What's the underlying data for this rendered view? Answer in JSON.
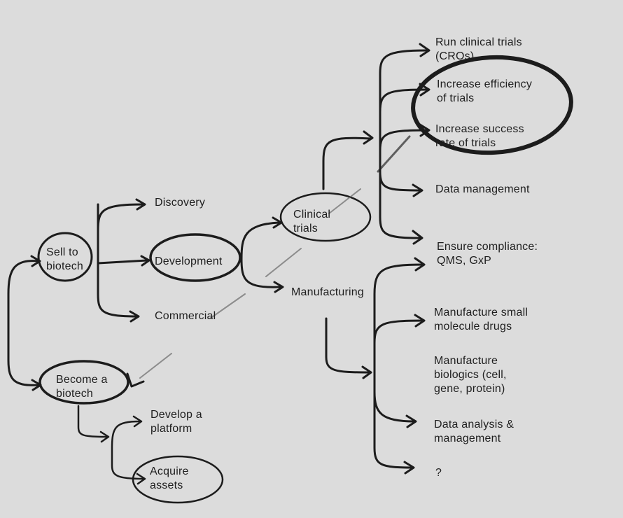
{
  "root": {
    "sell_to_biotech": [
      "Sell to",
      "biotech"
    ],
    "become_a_biotech": [
      "Become a",
      "biotech"
    ]
  },
  "sell_branch": {
    "discovery": "Discovery",
    "development": "Development",
    "commercial": "Commercial"
  },
  "development_branch": {
    "clinical_trials": [
      "Clinical",
      "trials"
    ],
    "manufacturing": "Manufacturing"
  },
  "clinical_trials_branch": {
    "run_trials": [
      "Run clinical trials",
      "(CROs)"
    ],
    "increase_efficiency": [
      "Increase efficiency",
      "of trials"
    ],
    "increase_success": [
      "Increase success",
      "rate of trials"
    ],
    "data_management": "Data management",
    "ensure_compliance": [
      "Ensure compliance:",
      "QMS, GxP"
    ]
  },
  "manufacturing_branch": {
    "small_molecule": [
      "Manufacture small",
      "molecule drugs"
    ],
    "biologics": [
      "Manufacture",
      "biologics (cell,",
      "gene, protein)"
    ],
    "data_analysis": [
      "Data analysis &",
      "management"
    ],
    "unknown": "?"
  },
  "biotech_branch": {
    "develop_platform": [
      "Develop a",
      "platform"
    ],
    "acquire_assets": [
      "Acquire",
      "assets"
    ]
  },
  "colors": {
    "background": "#dcdcdc",
    "ink": "#1c1c1c"
  }
}
